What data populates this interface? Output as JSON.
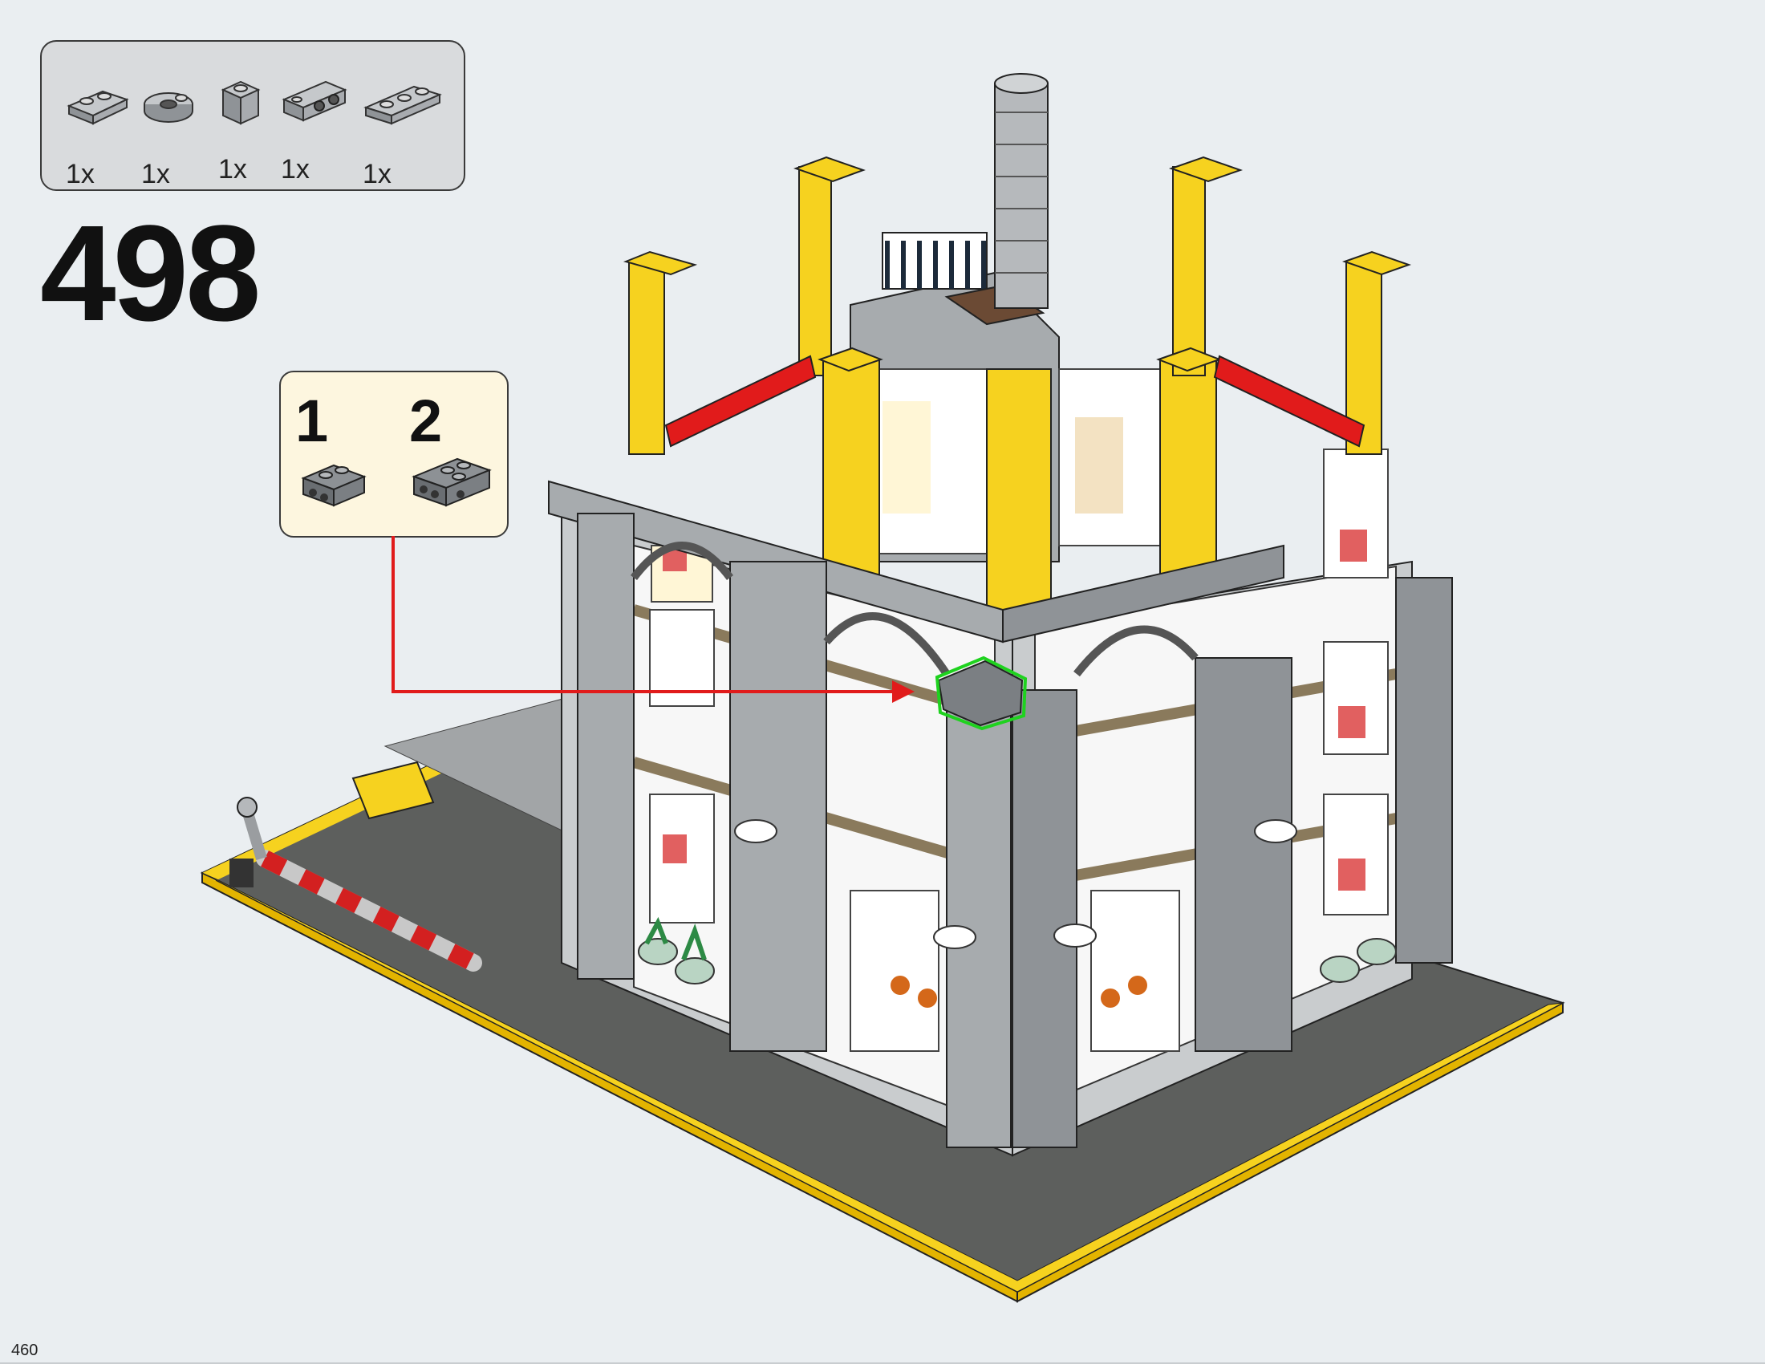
{
  "page": {
    "number": "460"
  },
  "step": {
    "number": "498"
  },
  "parts_list": [
    {
      "part": "plate-1x2-stud-icon",
      "qty": "1x"
    },
    {
      "part": "plate-round-end-icon",
      "qty": "1x"
    },
    {
      "part": "brick-1x1-icon",
      "qty": "1x"
    },
    {
      "part": "brick-side-studs-icon",
      "qty": "1x"
    },
    {
      "part": "plate-1x3-icon",
      "qty": "1x"
    }
  ],
  "sub_steps": [
    {
      "label": "1",
      "part": "bracket-brick-icon"
    },
    {
      "label": "2",
      "part": "bracket-assembly-icon"
    }
  ],
  "colors": {
    "accent_red": "#e11b1b",
    "highlight_green": "#1fd21f",
    "brick_yellow": "#f6d21f",
    "stone_gray": "#a7abae"
  }
}
